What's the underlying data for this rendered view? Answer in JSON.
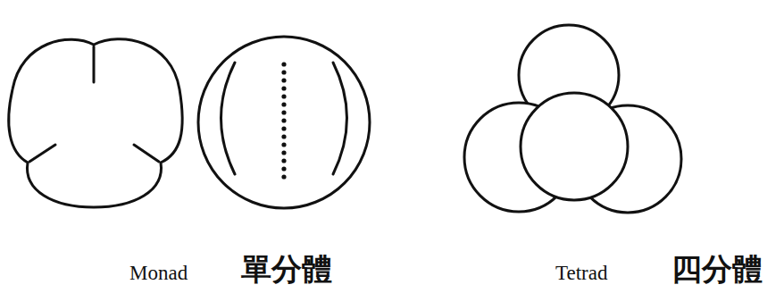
{
  "diagram": {
    "labels": [
      "Monad",
      "單分體",
      "Tetrad",
      "四分體"
    ]
  }
}
